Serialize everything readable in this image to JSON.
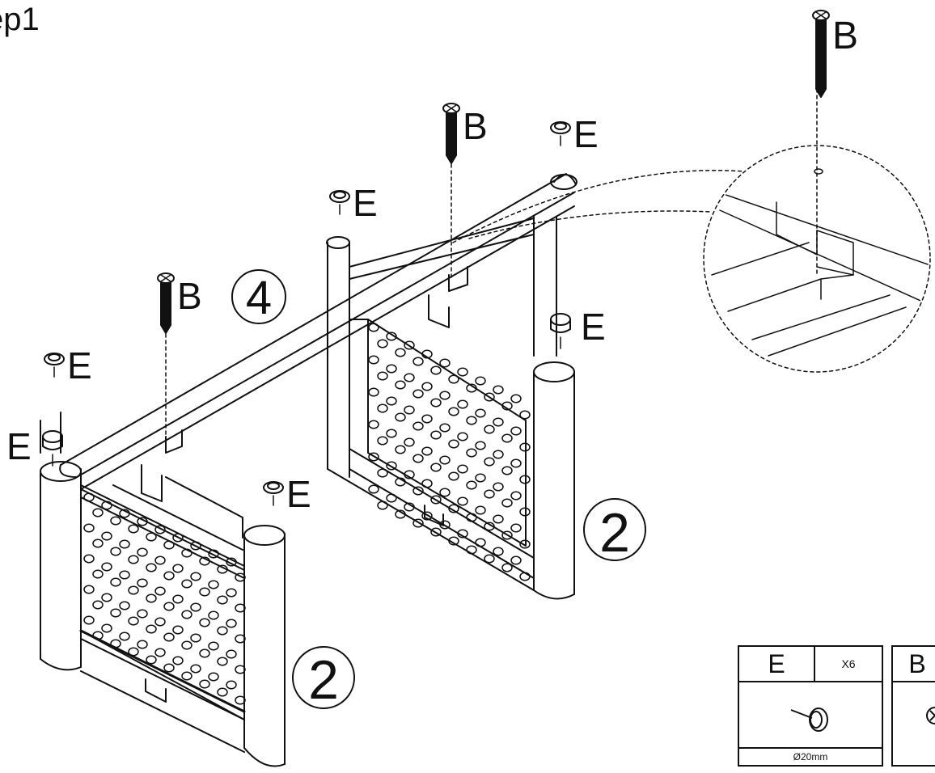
{
  "step_title": "ep1",
  "labels": {
    "B": "B",
    "E": "E",
    "four": "4",
    "two": "2"
  },
  "parts": [
    {
      "code": "E",
      "qty": "X6",
      "size": "Ø20mm"
    },
    {
      "code": "B"
    }
  ]
}
